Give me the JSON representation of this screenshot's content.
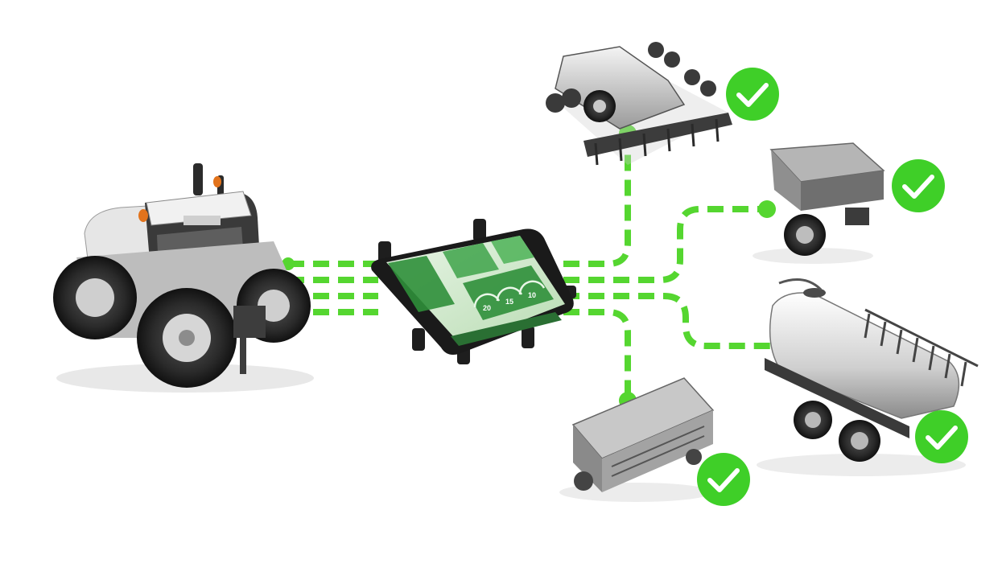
{
  "colors": {
    "connector": "#55d630",
    "check": "#3fcf28",
    "machine_dark": "#2b2b2b",
    "machine_body": "#d9d9d9",
    "screen_green": "#2f8f3a"
  },
  "terminal": {
    "screen": {
      "brand": "",
      "gauge_readings": [
        "20",
        "15",
        "10"
      ]
    }
  },
  "implements": [
    {
      "id": "disc-harrow",
      "status": "check-icon"
    },
    {
      "id": "spreader-cart",
      "status": "check-icon"
    },
    {
      "id": "slurry-tanker",
      "status": "check-icon"
    },
    {
      "id": "fertilizer-spreader",
      "status": "check-icon"
    }
  ]
}
